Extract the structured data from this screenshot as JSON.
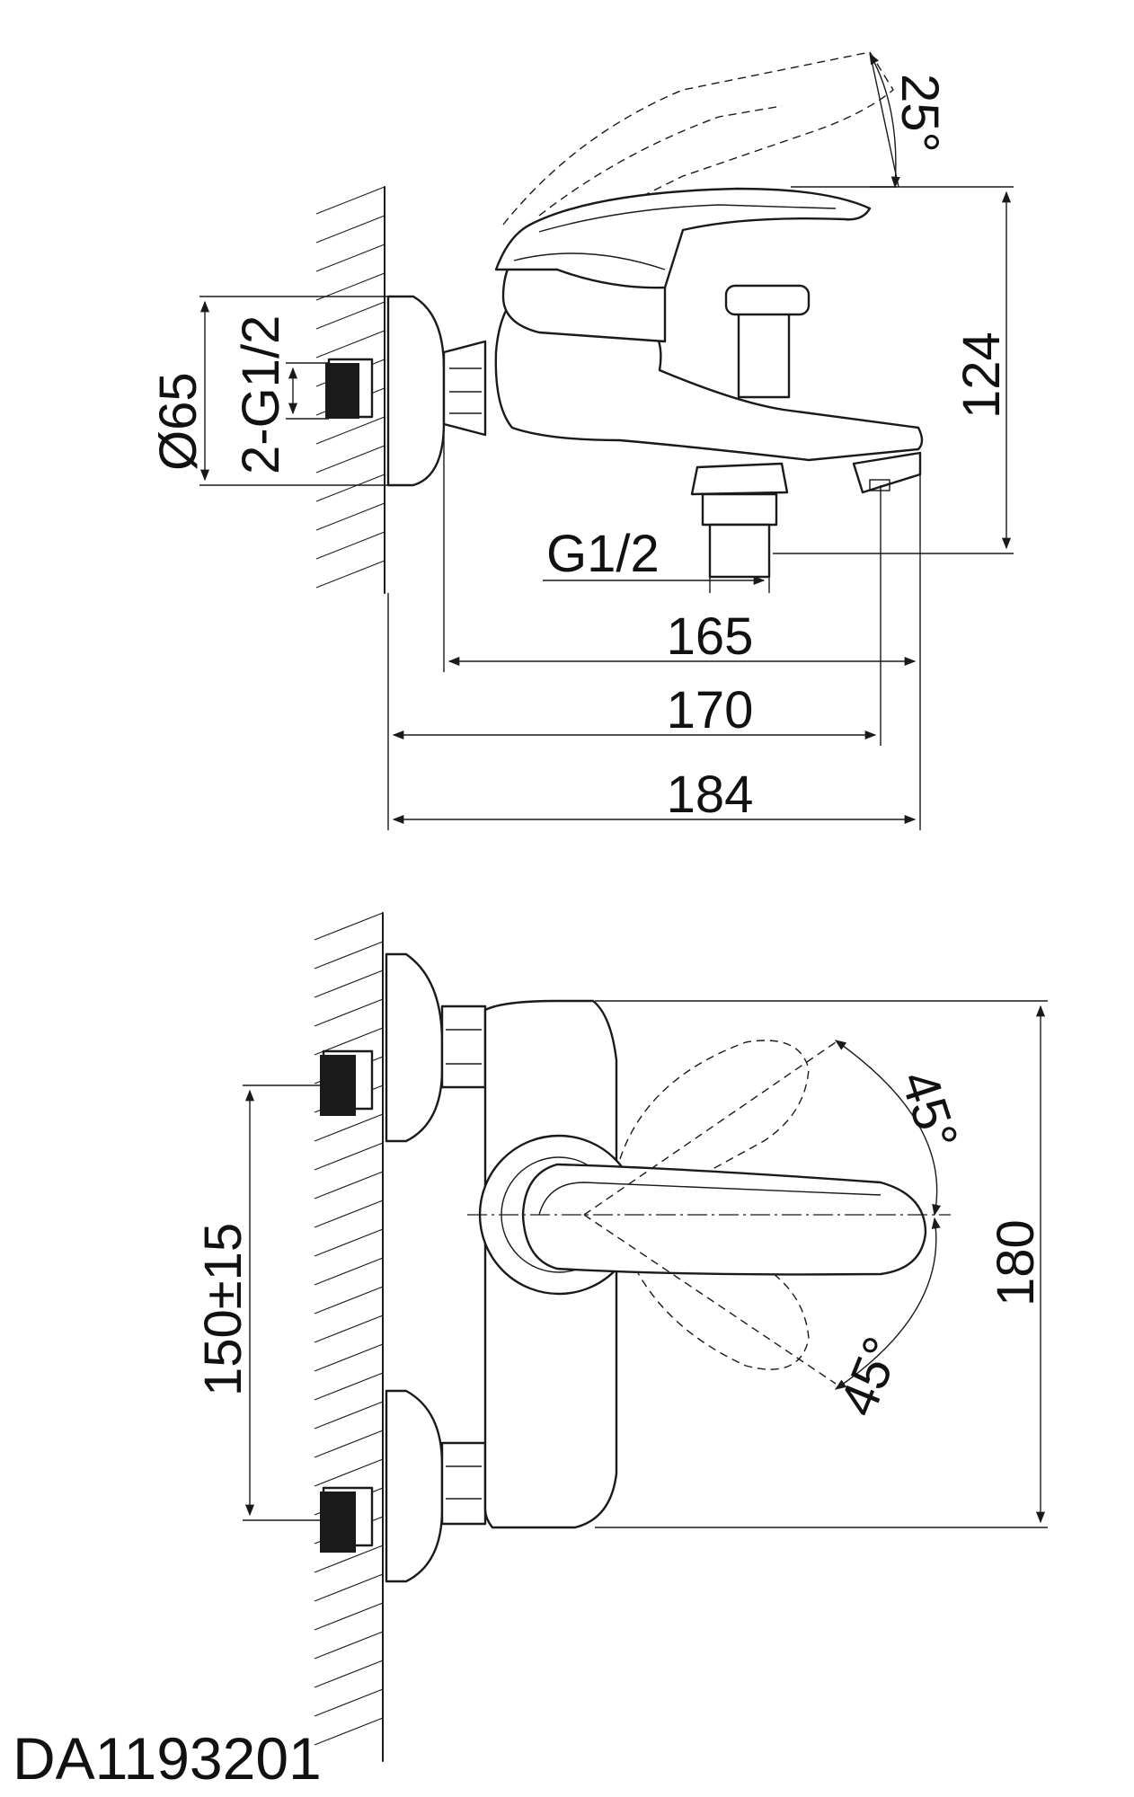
{
  "drawing": {
    "model_code": "DA1193201",
    "side_view": {
      "angle_handle": "25°",
      "height": "124",
      "flange_diameter": "Ø65",
      "inlet_thread": "2-G1/2",
      "outlet_thread": "G1/2",
      "length_165": "165",
      "length_170": "170",
      "length_184": "184"
    },
    "top_view": {
      "angle_upper": "45°",
      "angle_lower": "45°",
      "width": "180",
      "centers": "150±15"
    }
  }
}
